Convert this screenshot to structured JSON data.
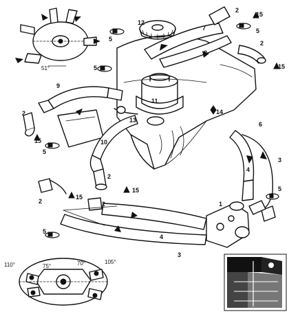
{
  "callouts": {
    "c1": "1",
    "c2a": "2",
    "c2b": "2",
    "c2c": "2",
    "c2d": "2",
    "c2e": "2",
    "c3a": "3",
    "c3b": "3",
    "c4a": "4",
    "c4b": "4",
    "c5a": "5",
    "c5b": "5",
    "c5c": "5",
    "c5d": "5",
    "c5e": "5",
    "c5f": "5",
    "c6": "6",
    "c7": "7",
    "c8": "8",
    "c9": "9",
    "c10": "10",
    "c11": "11",
    "c12": "12",
    "c13": "13",
    "c14": "14",
    "c15a": "15",
    "c15b": "15",
    "c15c": "15",
    "c15d": "15",
    "c15e": "15"
  },
  "angles": {
    "detail_top": "51°",
    "a110": "110°",
    "a75": "75°",
    "a70": "70°",
    "a105": "105°"
  }
}
